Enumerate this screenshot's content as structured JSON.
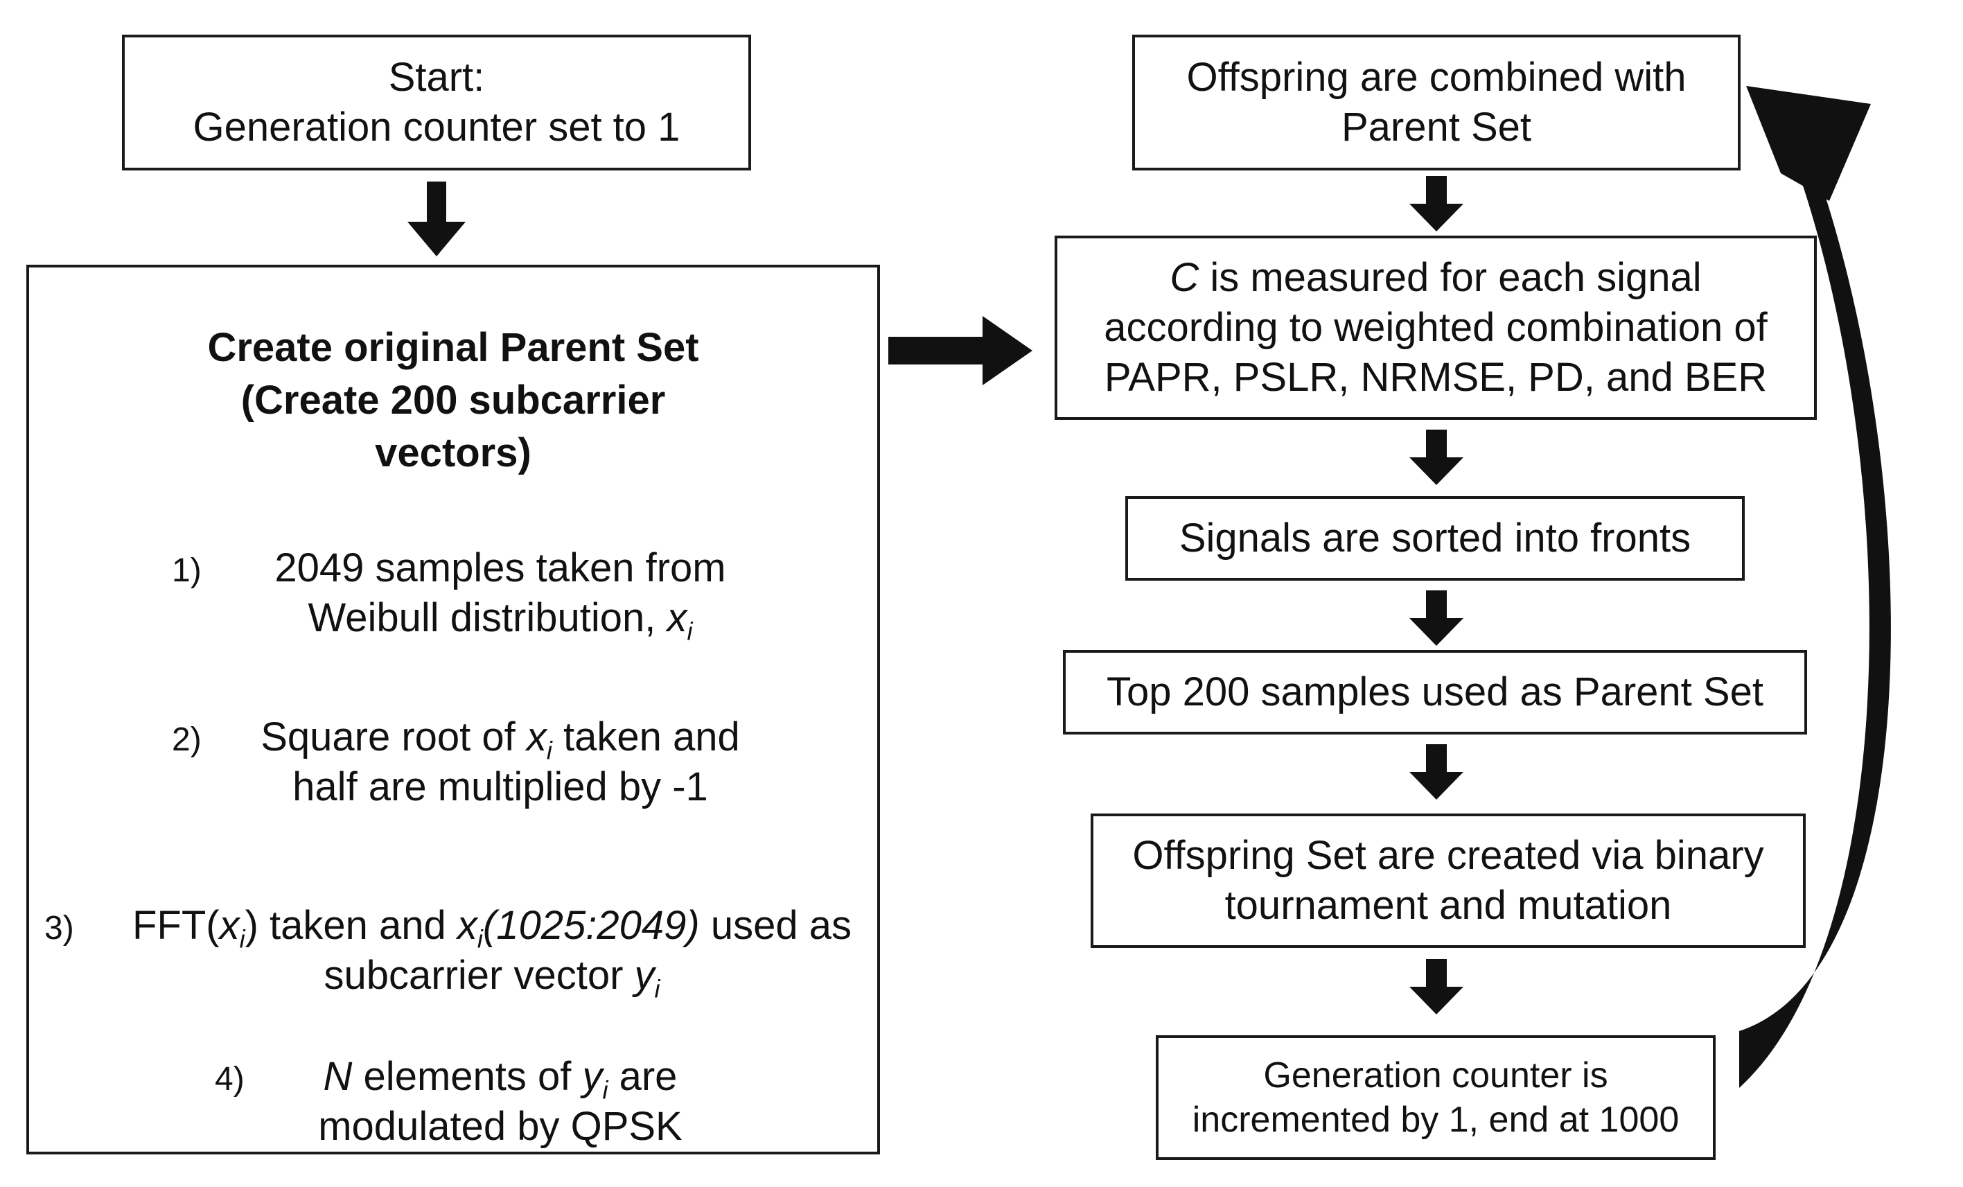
{
  "start": {
    "line1": "Start:",
    "line2": "Generation counter set to 1"
  },
  "parent_set": {
    "title_line1": "Create original Parent Set",
    "title_line2": "(Create 200 subcarrier",
    "title_line3": "vectors)",
    "steps": [
      {
        "num": "1)",
        "line1": "2049 samples taken from",
        "line2_pre": "Weibull distribution, ",
        "var": "x",
        "sub": "i"
      },
      {
        "num": "2)",
        "line1_pre": "Square root of ",
        "var": "x",
        "sub": "i",
        "line1_post": " taken and",
        "line2": "half are multiplied by -1"
      },
      {
        "num": "3)",
        "p1": "FFT(",
        "var": "x",
        "sub": "i",
        "p2": ") taken and ",
        "var2": "x",
        "sub2": "i",
        "p3": "(1025:2049)",
        "p4": " used as",
        "line2_pre": "subcarrier vector ",
        "var3": "y",
        "sub3": "i"
      },
      {
        "num": "4)",
        "varN": "N",
        "p1": " elements of ",
        "var": "y",
        "sub": "i",
        "p2": " are",
        "line2": "modulated by QPSK"
      }
    ]
  },
  "right": {
    "combine": {
      "line1": "Offspring are combined with",
      "line2": "Parent Set"
    },
    "measure": {
      "var": "C",
      "line1": " is measured for each signal",
      "line2": "according to weighted combination of",
      "line3": "PAPR, PSLR, NRMSE, PD, and BER"
    },
    "sort": "Signals are sorted into fronts",
    "top": "Top 200 samples used as Parent Set",
    "offspring": {
      "line1": "Offspring Set are created via binary",
      "line2": "tournament and mutation"
    },
    "counter": {
      "line1": "Generation counter is",
      "line2": "incremented by 1, end at 1000"
    }
  }
}
